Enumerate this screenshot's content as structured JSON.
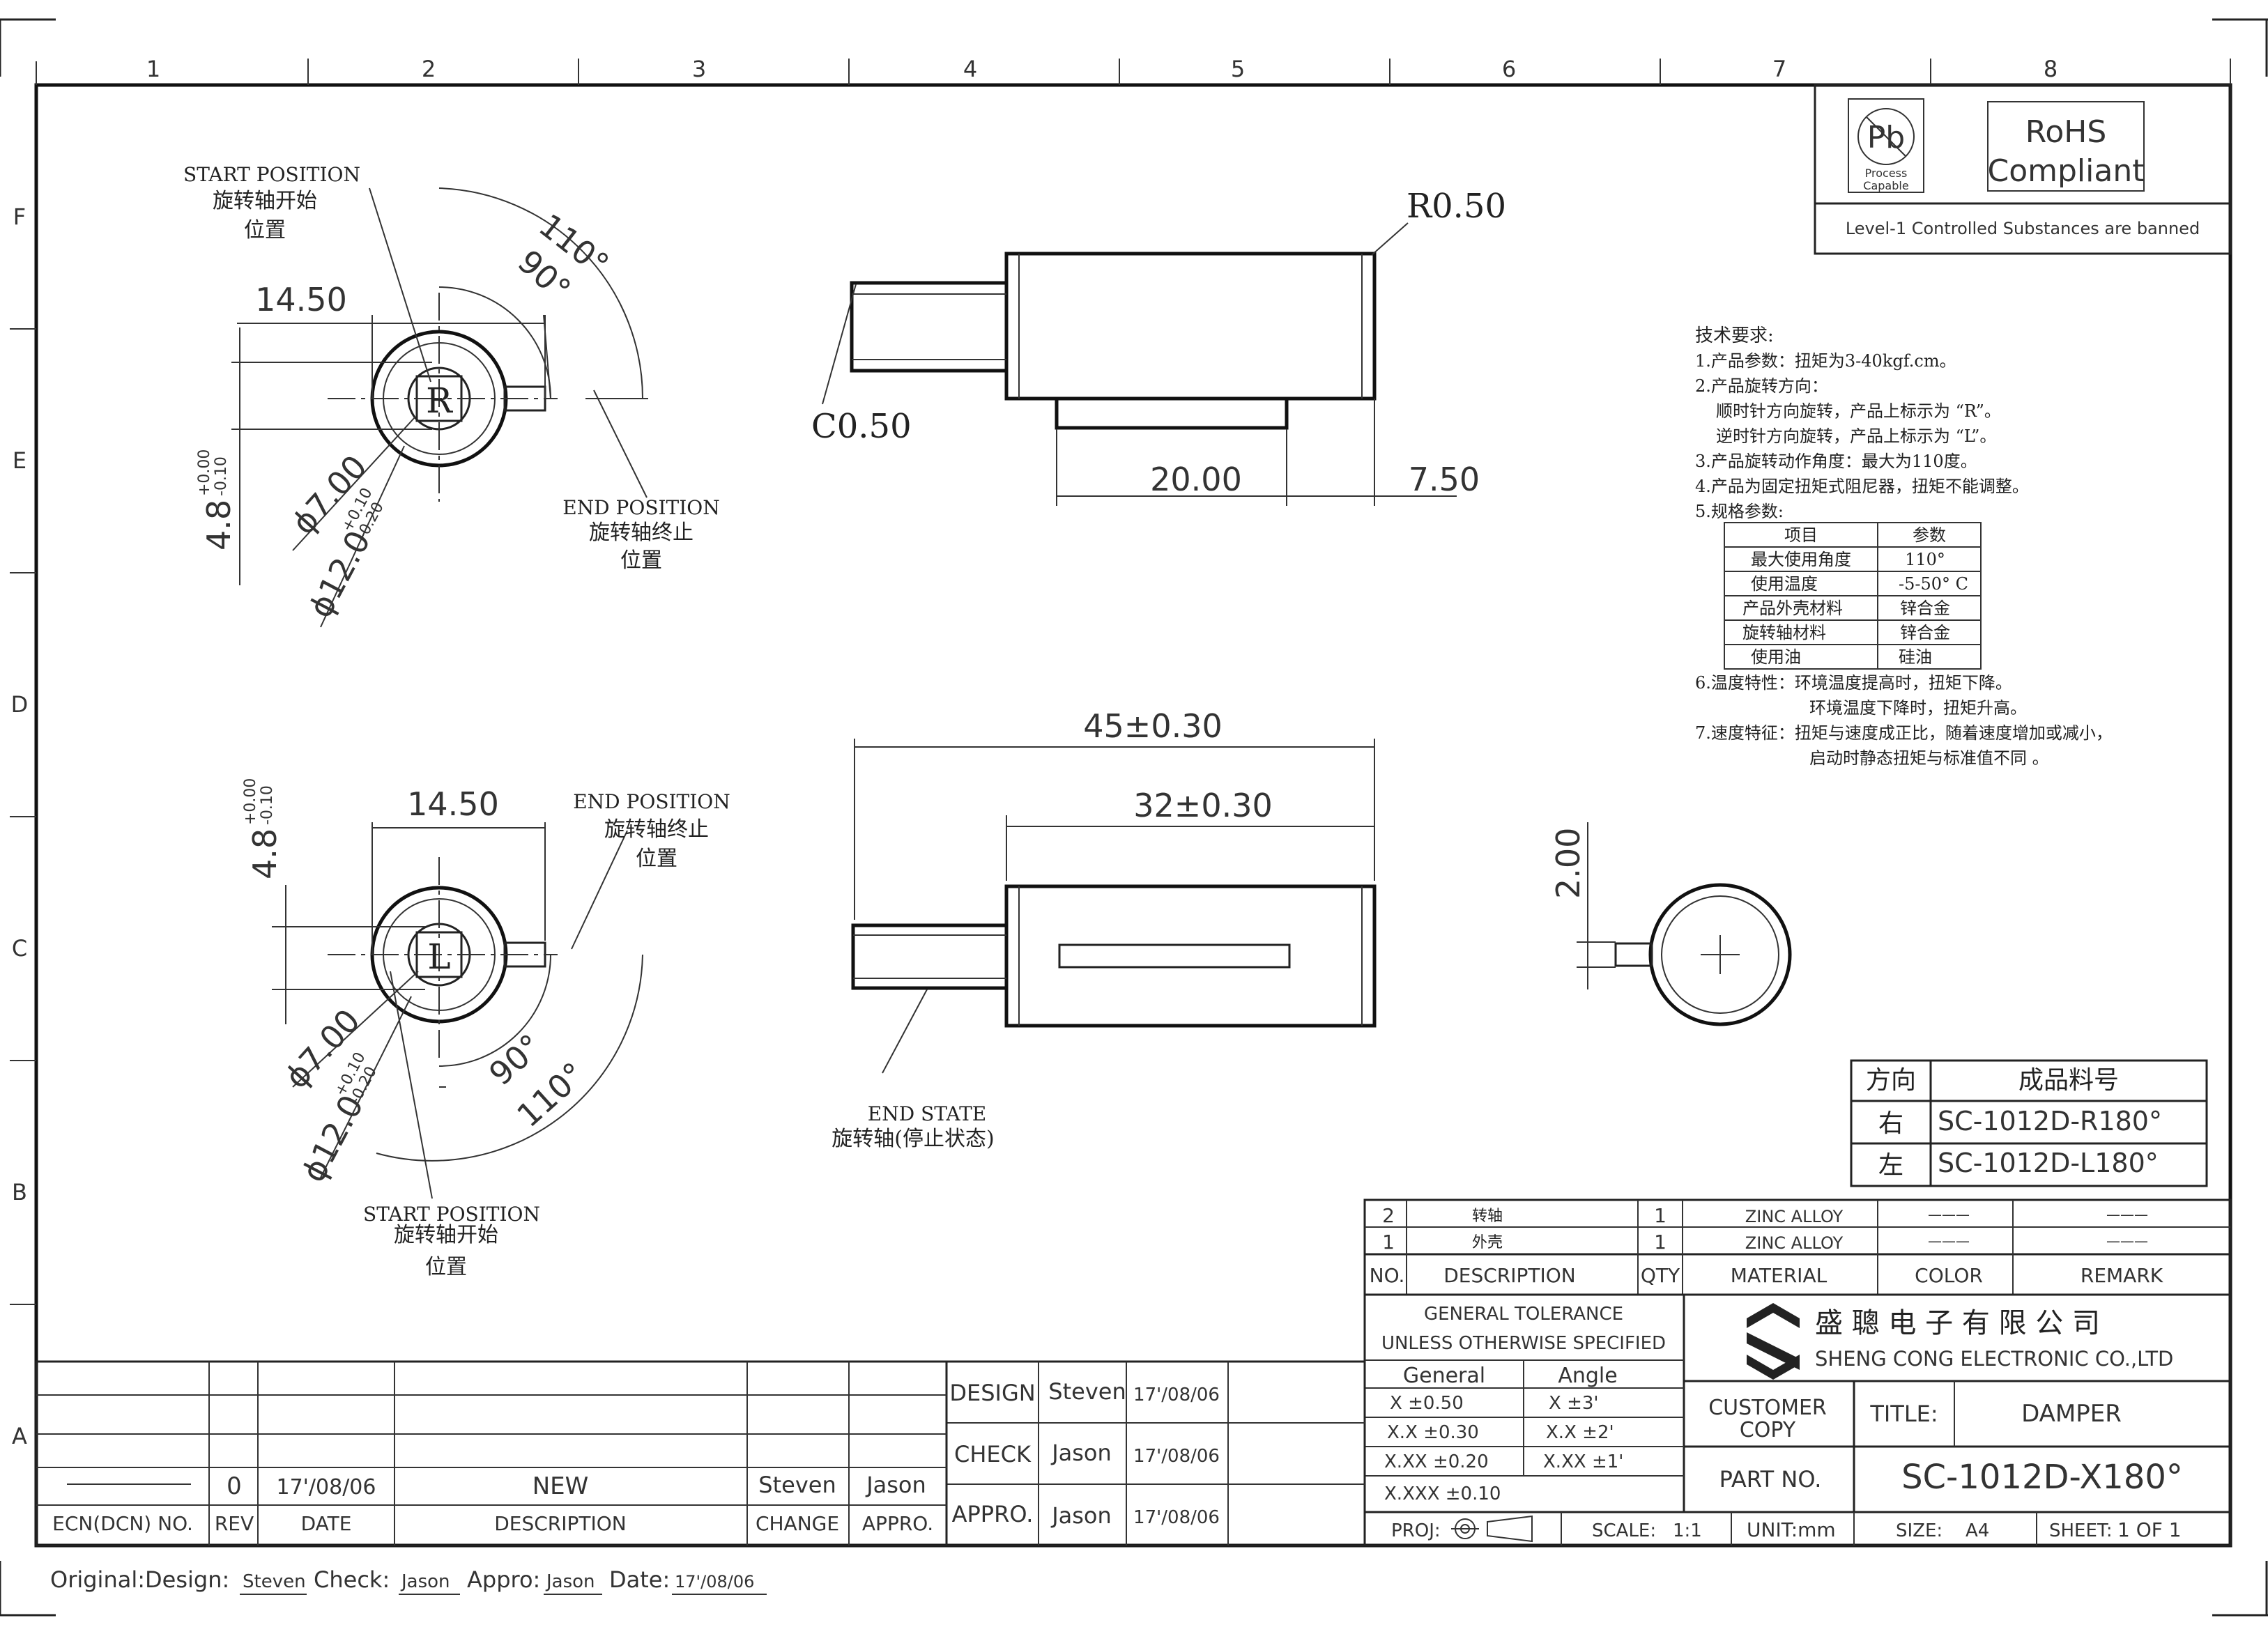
{
  "border": {
    "columns": [
      "1",
      "2",
      "3",
      "4",
      "5",
      "6",
      "7",
      "8"
    ],
    "rows": [
      "F",
      "E",
      "D",
      "C",
      "B",
      "A"
    ]
  },
  "rohs": {
    "pb_text": "Pb",
    "process_text": "Process",
    "capable_text": "Capable",
    "rohs_text": "RoHS",
    "compliant_text": "Compliant",
    "level_text": "Level-1  Controlled  Substances  are  banned"
  },
  "views": {
    "top_left": {
      "start_label": "START POSITION",
      "start_cn1": "旋转轴开始",
      "start_cn2": "位置",
      "end_label": "END POSITION",
      "end_cn1": "旋转轴终止",
      "end_cn2": "位置",
      "dim_width": "14.50",
      "dim_110": "110°",
      "dim_90": "90°",
      "dim_d7": "ϕ7.00",
      "dim_d12": "ϕ12.0",
      "dim_d12_tol_up": "+0.10",
      "dim_d12_tol_dn": "-0.20",
      "dim_48": "4.8",
      "dim_48_tol_up": "+0.00",
      "dim_48_tol_dn": "-0.10",
      "letter": "R"
    },
    "bottom_left": {
      "start_label": "START POSITION",
      "start_cn1": "旋转轴开始",
      "start_cn2": "位置",
      "end_label": "END POSITION",
      "end_cn1": "旋转轴终止",
      "end_cn2": "位置",
      "dim_width": "14.50",
      "dim_110": "110°",
      "dim_90": "90°",
      "dim_d7": "ϕ7.00",
      "dim_d12": "ϕ12.0",
      "dim_d12_tol_up": "+0.10",
      "dim_d12_tol_dn": "-0.20",
      "dim_48": "4.8",
      "dim_48_tol_up": "+0.00",
      "dim_48_tol_dn": "-0.10",
      "letter": "L"
    },
    "top_side": {
      "radius": "R0.50",
      "chamfer": "C0.50",
      "dim_20": "20.00",
      "dim_750": "7.50"
    },
    "bottom_side": {
      "dim_45": "45±0.30",
      "dim_32": "32±0.30",
      "end_state": "END STATE",
      "end_state_cn": "旋转轴(停止状态)"
    },
    "end_view": {
      "dim_2": "2.00"
    }
  },
  "tech": {
    "title": "技术要求:",
    "line1": "1.产品参数：扭矩为3-40kgf.cm。",
    "line2": "2.产品旋转方向：",
    "line2a": "顺时针方向旋转，产品上标示为 “R”。",
    "line2b": "逆时针方向旋转，产品上标示为 “L”。",
    "line3": "3.产品旋转动作角度：最大为110度。",
    "line4": "4.产品为固定扭矩式阻尼器，扭矩不能调整。",
    "line5": "5.规格参数:",
    "spec_header": [
      "项目",
      "参数"
    ],
    "spec_rows": [
      [
        "最大使用角度",
        "110°"
      ],
      [
        "使用温度",
        "-5-50° C"
      ],
      [
        "产品外壳材料",
        "锌合金"
      ],
      [
        "旋转轴材料",
        "锌合金"
      ],
      [
        "使用油",
        "硅油"
      ]
    ],
    "line6": "6.温度特性：环境温度提高时，扭矩下降。",
    "line6b": "环境温度下降时，扭矩升高。",
    "line7": "7.速度特征：扭矩与速度成正比，随着速度增加或减小，",
    "line7b": "启动时静态扭矩与标准值不同 。"
  },
  "direction_table": {
    "header": [
      "方向",
      "成品料号"
    ],
    "rows": [
      [
        "右",
        "SC-1012D-R180°"
      ],
      [
        "左",
        "SC-1012D-L180°"
      ]
    ]
  },
  "bom": {
    "rows": [
      {
        "no": "2",
        "desc": "转轴",
        "qty": "1",
        "material": "ZINC ALLOY",
        "color": "———",
        "remark": "———"
      },
      {
        "no": "1",
        "desc": "外壳",
        "qty": "1",
        "material": "ZINC ALLOY",
        "color": "———",
        "remark": "———"
      }
    ],
    "header": {
      "no": "NO.",
      "desc": "DESCRIPTION",
      "qty": "QTY",
      "material": "MATERIAL",
      "color": "COLOR",
      "remark": "REMARK"
    }
  },
  "title_block": {
    "tol_title1": "GENERAL  TOLERANCE",
    "tol_title2": "UNLESS  OTHERWISE  SPECIFIED",
    "general": "General",
    "angle": "Angle",
    "tol_rows": [
      [
        "X   ±0.50",
        "X   ±3'"
      ],
      [
        "X.X   ±0.30",
        "X.X  ±2'"
      ],
      [
        "X.XX   ±0.20",
        "X.XX  ±1'"
      ],
      [
        "X.XXX   ±0.10",
        ""
      ]
    ],
    "company_cn": "盛 聰 电 子 有 限 公 司",
    "company_en": "SHENG  CONG  ELECTRONIC  CO.,LTD",
    "customer1": "CUSTOMER",
    "customer2": "COPY",
    "title_label": "TITLE:",
    "title_value": "DAMPER",
    "part_label": "PART  NO.",
    "part_value": "SC-1012D-X180°",
    "proj": "PROJ:",
    "scale_label": "SCALE:",
    "scale_value": "1:1",
    "unit": "UNIT:mm",
    "size_label": "SIZE:",
    "size_value": "A4",
    "sheet_label": "SHEET:",
    "sheet_value": "1  OF  1"
  },
  "approvals": {
    "design_label": "DESIGN",
    "design_name": "Steven",
    "design_date": "17'/08/06",
    "check_label": "CHECK",
    "check_name": "Jason",
    "check_date": "17'/08/06",
    "appro_label": "APPRO.",
    "appro_name": "Jason",
    "appro_date": "17'/08/06"
  },
  "revision": {
    "rev": "0",
    "date": "17'/08/06",
    "desc": "NEW",
    "change": "Steven",
    "appro": "Jason",
    "headers": [
      "ECN(DCN)  NO.",
      "REV",
      "DATE",
      "DESCRIPTION",
      "CHANGE",
      "APPRO."
    ]
  },
  "footer": {
    "original": "Original:Design:",
    "design": "Steven",
    "check_label": "Check:",
    "check": "Jason",
    "appro_label": "Appro:",
    "appro": "Jason",
    "date_label": "Date:",
    "date": "17'/08/06"
  }
}
